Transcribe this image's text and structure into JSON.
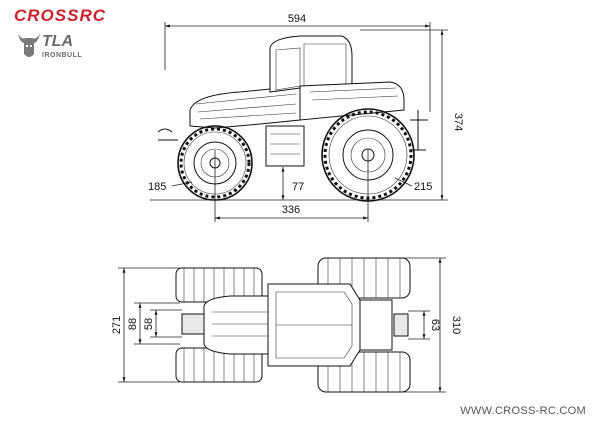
{
  "branding": {
    "brand_name": "CROSSRC",
    "sub_brand": "TLA",
    "sub_brand_tagline": "IRONBULL",
    "website": "WWW.CROSS-RC.COM",
    "brand_color": "#d0202e"
  },
  "side_view": {
    "overall_length": "594",
    "overall_height": "374",
    "wheelbase": "336",
    "front_tire_size": "185",
    "rear_tire_size": "215",
    "ground_clearance": "77"
  },
  "top_view": {
    "front_width": "271",
    "front_inner_width": "88",
    "front_axle_width": "58",
    "rear_width": "310",
    "rear_hitch_width": "63"
  }
}
